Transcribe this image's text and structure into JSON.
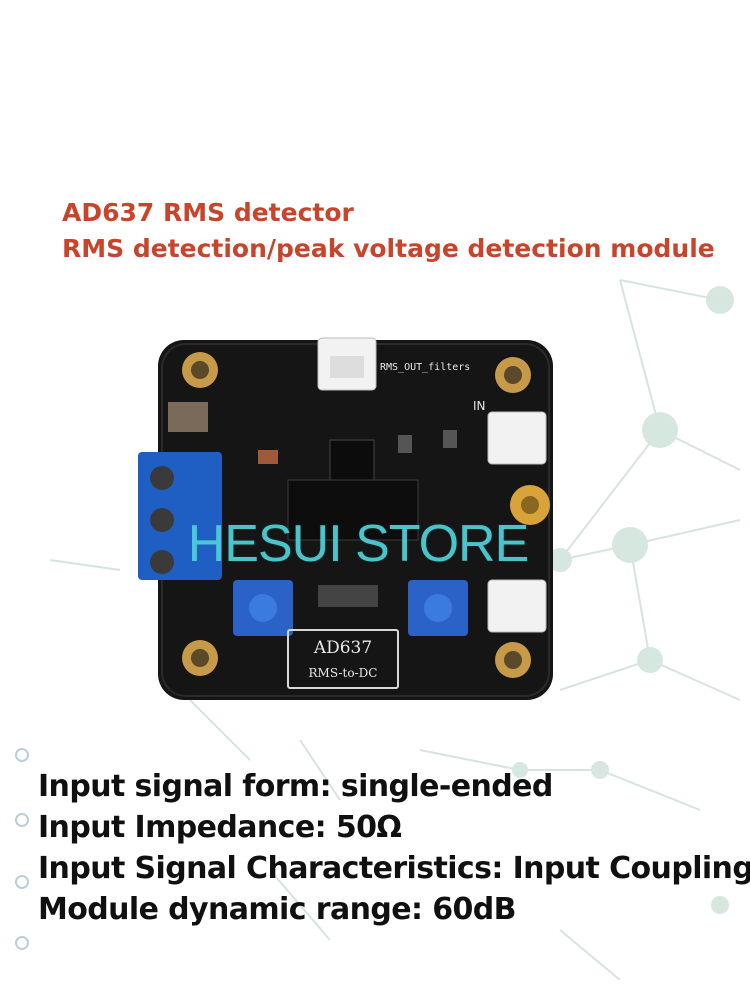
{
  "title": {
    "line1": "AD637 RMS detector",
    "line2": "RMS detection/peak voltage detection module"
  },
  "watermark": "HESUI STORE",
  "board": {
    "silk_filter": "RMS_OUT_filters",
    "silk_in": "IN",
    "silk_chip": "AD637",
    "silk_func": "RMS-to-DC"
  },
  "specs": [
    "Input signal form: single-ended",
    "Input Impedance: 50Ω",
    "Input Signal Characteristics: Input Coupling",
    "Module dynamic range: 60dB"
  ],
  "colors": {
    "title": "#c8442a",
    "watermark": "#4fd1d9",
    "pcb": "#141414",
    "terminal": "#1f5fc4",
    "network": "#cfe3da"
  }
}
